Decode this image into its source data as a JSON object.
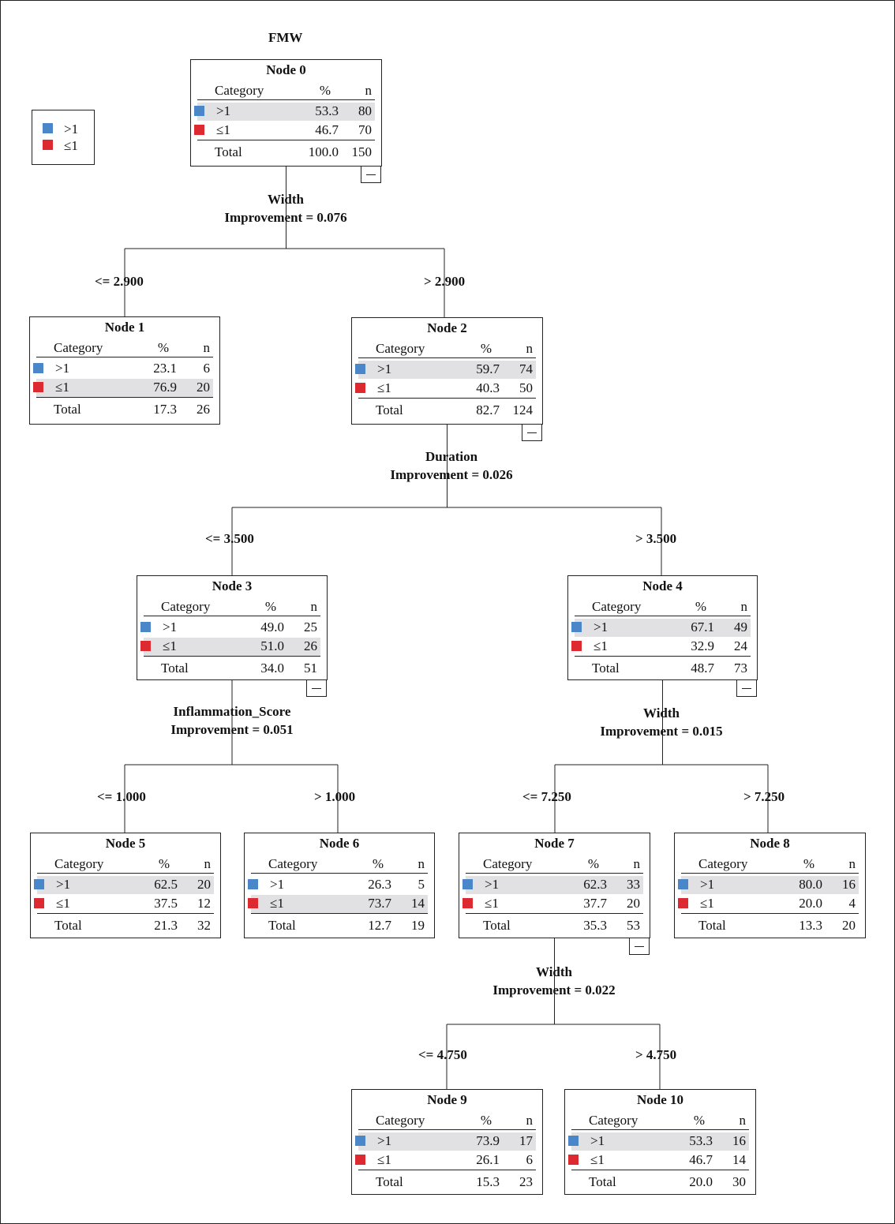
{
  "title": "FMW",
  "colors": {
    "gt1": "#4a86c8",
    "le1": "#dc2a30",
    "highlight": "#e1e1e3"
  },
  "legend": [
    {
      "label": ">1",
      "color": "gt1"
    },
    {
      "label": "≤1",
      "color": "le1"
    }
  ],
  "headers": {
    "category": "Category",
    "percent": "%",
    "n": "n",
    "total": "Total"
  },
  "nodes": [
    {
      "id": 0,
      "title": "Node 0",
      "rows": [
        {
          "cat": ">1",
          "pct": "53.3",
          "n": "80"
        },
        {
          "cat": "≤1",
          "pct": "46.7",
          "n": "70"
        }
      ],
      "total": {
        "pct": "100.0",
        "n": "150"
      },
      "highlight": 0
    },
    {
      "id": 1,
      "title": "Node 1",
      "rows": [
        {
          "cat": ">1",
          "pct": "23.1",
          "n": "6"
        },
        {
          "cat": "≤1",
          "pct": "76.9",
          "n": "20"
        }
      ],
      "total": {
        "pct": "17.3",
        "n": "26"
      },
      "highlight": 1
    },
    {
      "id": 2,
      "title": "Node 2",
      "rows": [
        {
          "cat": ">1",
          "pct": "59.7",
          "n": "74"
        },
        {
          "cat": "≤1",
          "pct": "40.3",
          "n": "50"
        }
      ],
      "total": {
        "pct": "82.7",
        "n": "124"
      },
      "highlight": 0
    },
    {
      "id": 3,
      "title": "Node 3",
      "rows": [
        {
          "cat": ">1",
          "pct": "49.0",
          "n": "25"
        },
        {
          "cat": "≤1",
          "pct": "51.0",
          "n": "26"
        }
      ],
      "total": {
        "pct": "34.0",
        "n": "51"
      },
      "highlight": 1
    },
    {
      "id": 4,
      "title": "Node 4",
      "rows": [
        {
          "cat": ">1",
          "pct": "67.1",
          "n": "49"
        },
        {
          "cat": "≤1",
          "pct": "32.9",
          "n": "24"
        }
      ],
      "total": {
        "pct": "48.7",
        "n": "73"
      },
      "highlight": 0
    },
    {
      "id": 5,
      "title": "Node 5",
      "rows": [
        {
          "cat": ">1",
          "pct": "62.5",
          "n": "20"
        },
        {
          "cat": "≤1",
          "pct": "37.5",
          "n": "12"
        }
      ],
      "total": {
        "pct": "21.3",
        "n": "32"
      },
      "highlight": 0
    },
    {
      "id": 6,
      "title": "Node 6",
      "rows": [
        {
          "cat": ">1",
          "pct": "26.3",
          "n": "5"
        },
        {
          "cat": "≤1",
          "pct": "73.7",
          "n": "14"
        }
      ],
      "total": {
        "pct": "12.7",
        "n": "19"
      },
      "highlight": 1
    },
    {
      "id": 7,
      "title": "Node 7",
      "rows": [
        {
          "cat": ">1",
          "pct": "62.3",
          "n": "33"
        },
        {
          "cat": "≤1",
          "pct": "37.7",
          "n": "20"
        }
      ],
      "total": {
        "pct": "35.3",
        "n": "53"
      },
      "highlight": 0
    },
    {
      "id": 8,
      "title": "Node 8",
      "rows": [
        {
          "cat": ">1",
          "pct": "80.0",
          "n": "16"
        },
        {
          "cat": "≤1",
          "pct": "20.0",
          "n": "4"
        }
      ],
      "total": {
        "pct": "13.3",
        "n": "20"
      },
      "highlight": 0
    },
    {
      "id": 9,
      "title": "Node 9",
      "rows": [
        {
          "cat": ">1",
          "pct": "73.9",
          "n": "17"
        },
        {
          "cat": "≤1",
          "pct": "26.1",
          "n": "6"
        }
      ],
      "total": {
        "pct": "15.3",
        "n": "23"
      },
      "highlight": 0
    },
    {
      "id": 10,
      "title": "Node 10",
      "rows": [
        {
          "cat": ">1",
          "pct": "53.3",
          "n": "16"
        },
        {
          "cat": "≤1",
          "pct": "46.7",
          "n": "14"
        }
      ],
      "total": {
        "pct": "20.0",
        "n": "30"
      },
      "highlight": 0
    }
  ],
  "splits": [
    {
      "parent": 0,
      "variable": "Width",
      "improvement": "Improvement = 0.076",
      "left": {
        "node": 1,
        "condition": "<= 2.900"
      },
      "right": {
        "node": 2,
        "condition": "> 2.900"
      }
    },
    {
      "parent": 2,
      "variable": "Duration",
      "improvement": "Improvement = 0.026",
      "left": {
        "node": 3,
        "condition": "<= 3.500"
      },
      "right": {
        "node": 4,
        "condition": "> 3.500"
      }
    },
    {
      "parent": 3,
      "variable": "Inflammation_Score",
      "improvement": "Improvement = 0.051",
      "left": {
        "node": 5,
        "condition": "<= 1.000"
      },
      "right": {
        "node": 6,
        "condition": "> 1.000"
      }
    },
    {
      "parent": 4,
      "variable": "Width",
      "improvement": "Improvement = 0.015",
      "left": {
        "node": 7,
        "condition": "<= 7.250"
      },
      "right": {
        "node": 8,
        "condition": "> 7.250"
      }
    },
    {
      "parent": 7,
      "variable": "Width",
      "improvement": "Improvement = 0.022",
      "left": {
        "node": 9,
        "condition": "<= 4.750"
      },
      "right": {
        "node": 10,
        "condition": "> 4.750"
      }
    }
  ]
}
